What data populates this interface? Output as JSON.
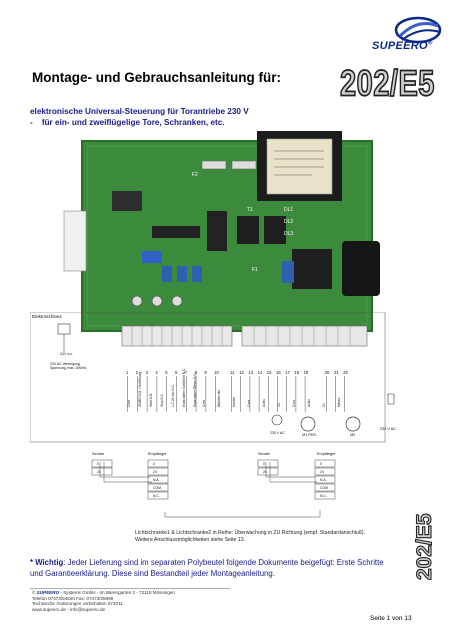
{
  "logo": {
    "brand": "SUPEERO",
    "reg": "®",
    "accent_color": "#0a2a8a"
  },
  "title": "Montage- und Gebrauchsanleitung für:",
  "model": "202/E5",
  "subtitle_1": "elektronische Universal-Steuerung für Torantriebe 230 V",
  "subtitle_2": "-    für ein- und zweiflügelige Tore, Schranken, etc.",
  "board": {
    "colors": {
      "pcb": "#3c8a3c",
      "pcb_dark": "#2c6b2c",
      "terminal": "#e8e8e8"
    },
    "labels": [
      "F1",
      "F2",
      "T1",
      "DL1",
      "DL2",
      "DL3"
    ]
  },
  "diagram": {
    "elektroschloss_label": "Elektroschloss",
    "voltage_label": "24V a.c.",
    "supply_note_1": "24V AC Versorgung",
    "supply_note_2": "Spannung, max. 200mA",
    "terminals": [
      "1",
      "2",
      "3",
      "4",
      "5",
      "6",
      "7",
      "8",
      "9",
      "10",
      "11",
      "12",
      "13",
      "14",
      "15",
      "16",
      "17",
      "18",
      "19",
      "20",
      "21",
      "22"
    ],
    "wire_labels": [
      "Com",
      "SWBR N.O. / Notöffnung",
      "Start N.O.",
      "Stop N.C.",
      "L.C.24 Vac N.C.",
      "Endschalter Schließen N.C.",
      "Endschalter Öffnen N.C.",
      "Com",
      "Blinkleuchte",
      "Antrieb",
      "Com",
      "Aufzu",
      "Zu",
      "Com",
      "Aufzu",
      "Zu",
      "Masse"
    ],
    "power_label": "230 V AC",
    "blink_label": "230 V AC",
    "motor_1_label": "M1 PED.",
    "motor_2_label": "M2",
    "sender_label": "Sender",
    "empfaenger_label": "Empfänger",
    "photocell_pins": [
      "0",
      "24",
      "N.A.",
      "COM",
      "N.C."
    ]
  },
  "diagram_note": "Lichtschranke1 & Lichtschranke2 in Reihe: Überwachung in ZU Richtung (empf. Standardanschluß). Weitere Anschlussmöglichkeiten siehe Seite 13.",
  "wichtig_label": "* Wichtig",
  "wichtig_text": ": Jeder Lieferung sind im separaten Polybeutel folgende Dokumente beigefügt: Erste Schritte und Garantieerklärung. Diese sind Bestandteil jeder Montageanleitung.",
  "footer": {
    "line1_brand": "SUPEERO",
    "line1": "- Systems GmbH - Im Bärengarten 2 - 72116 Mössingen",
    "line2": "Telefon 07473/94840 Fax: 07473/25959",
    "line3": "Technische Änderungen vorbehalten 072011",
    "line4": "www.supeero.de - info@supeero.de"
  },
  "page_number": "Seite 1 von 13"
}
